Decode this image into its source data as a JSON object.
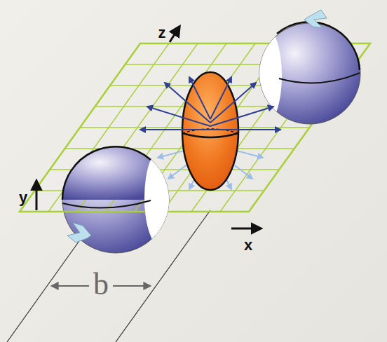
{
  "diagram": {
    "labels": [
      "z",
      "y",
      "x",
      "b"
    ]
  }
}
